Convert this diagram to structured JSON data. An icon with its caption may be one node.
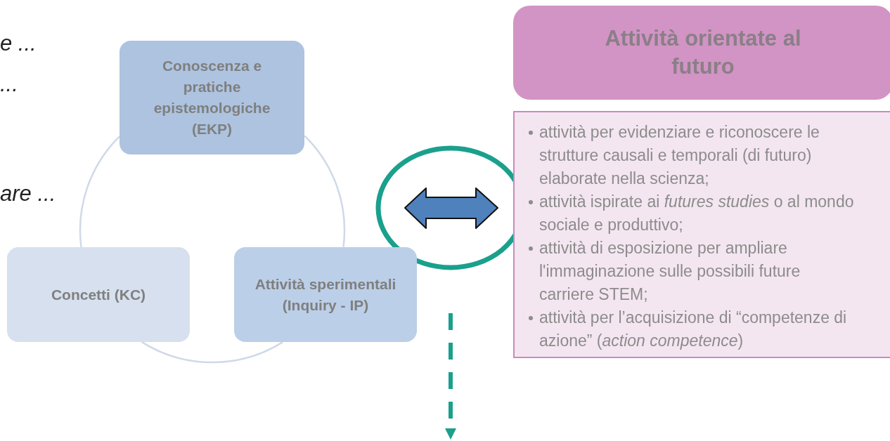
{
  "diagram": {
    "nodes": [
      {
        "text": [
          "Conoscenza e pratiche epistemologiche (EKP)"
        ]
      },
      {
        "text": [
          "Concetti (KC)"
        ]
      },
      {
        "text": [
          "Attività sperimentali (Inquiry - IP)"
        ]
      },
      {
        "text": [
          "Attività orientate al futuro"
        ]
      },
      {
        "text": [
          "attività per evidenziare e riconoscere le strutture causali e temporali (di futuro) elaborate nella scienza;",
          "attività ispirate ai *futures studies* o al mondo sociale e produttivo;",
          "attività di esposizione per ampliare l'immaginazione sulle possibili future carriere STEM;",
          "attività per l’acquisizione di “competenze di azione” (*action competence*)"
        ]
      }
    ],
    "edges": [
      {
        "from": 0,
        "to": 2,
        "arrow": "none"
      },
      {
        "from": 2,
        "to": 1,
        "arrow": "none"
      },
      {
        "from": 1,
        "to": 0,
        "arrow": "none"
      }
    ],
    "labels": [
      "e ...",
      "...",
      "are ..."
    ]
  }
}
